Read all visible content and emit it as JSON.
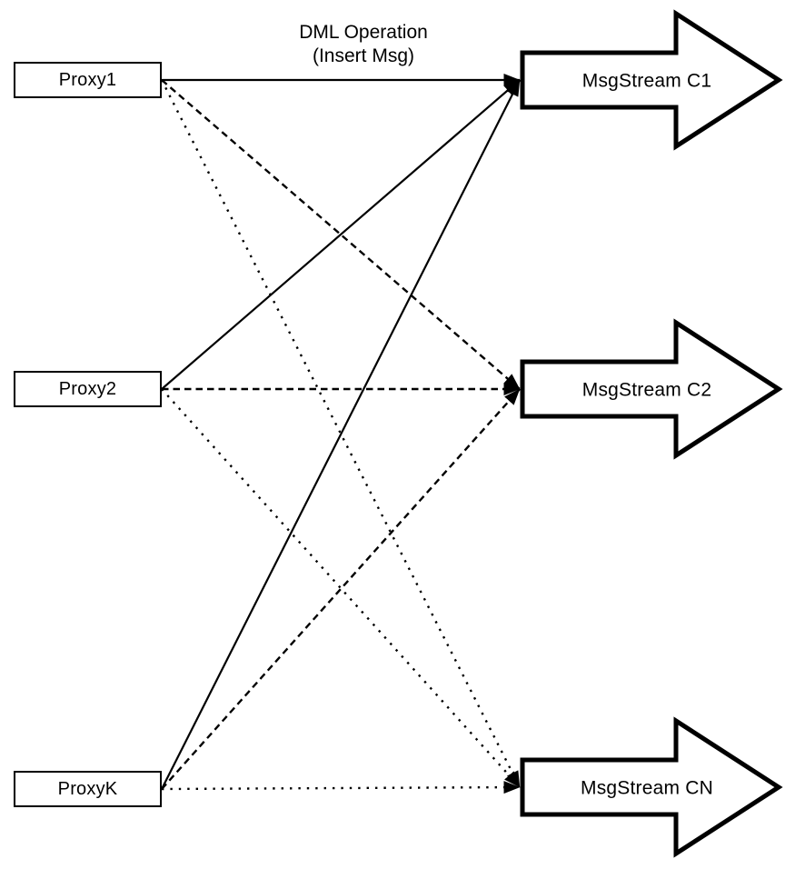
{
  "diagram": {
    "colors": {
      "background": "#ffffff",
      "stroke": "#000000"
    },
    "caption": {
      "line1": "DML Operation",
      "line2": "(Insert Msg)"
    },
    "proxies": [
      {
        "id": "proxy1",
        "label": "Proxy1"
      },
      {
        "id": "proxy2",
        "label": "Proxy2"
      },
      {
        "id": "proxyk",
        "label": "ProxyK"
      }
    ],
    "streams": [
      {
        "id": "c1",
        "label": "MsgStream C1",
        "incoming_line_style": "solid"
      },
      {
        "id": "c2",
        "label": "MsgStream C2",
        "incoming_line_style": "dashed"
      },
      {
        "id": "cn",
        "label": "MsgStream CN",
        "incoming_line_style": "dotted"
      }
    ],
    "edges": [
      {
        "from": "proxy1",
        "to": "c1",
        "style": "solid"
      },
      {
        "from": "proxy1",
        "to": "c2",
        "style": "dashed"
      },
      {
        "from": "proxy1",
        "to": "cn",
        "style": "dotted"
      },
      {
        "from": "proxy2",
        "to": "c1",
        "style": "solid"
      },
      {
        "from": "proxy2",
        "to": "c2",
        "style": "dashed"
      },
      {
        "from": "proxy2",
        "to": "cn",
        "style": "dotted"
      },
      {
        "from": "proxyk",
        "to": "c1",
        "style": "solid"
      },
      {
        "from": "proxyk",
        "to": "c2",
        "style": "dashed"
      },
      {
        "from": "proxyk",
        "to": "cn",
        "style": "dotted"
      }
    ]
  }
}
